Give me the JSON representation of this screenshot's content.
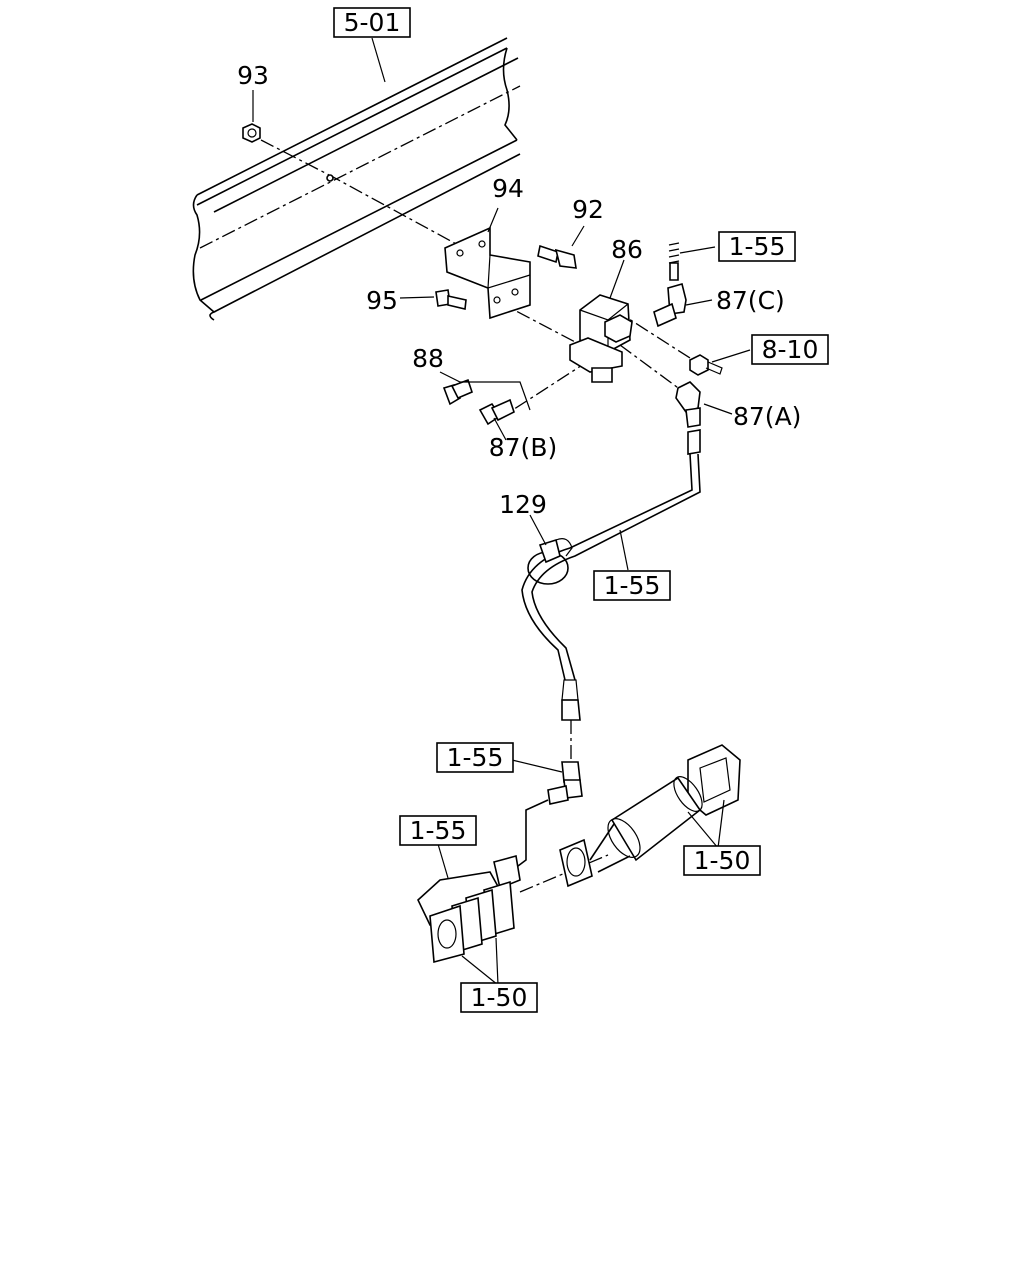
{
  "diagram": {
    "callouts": {
      "c93": "93",
      "c94": "94",
      "c92": "92",
      "c86": "86",
      "c95": "95",
      "c88": "88",
      "c87c": "87(C)",
      "c87a": "87(A)",
      "c87b": "87(B)",
      "c129": "129"
    },
    "references": {
      "r501": "5-01",
      "r155a": "1-55",
      "r810": "8-10",
      "r155b": "1-55",
      "r155c": "1-55",
      "r155d": "1-55",
      "r150a": "1-50",
      "r150b": "1-50"
    }
  }
}
